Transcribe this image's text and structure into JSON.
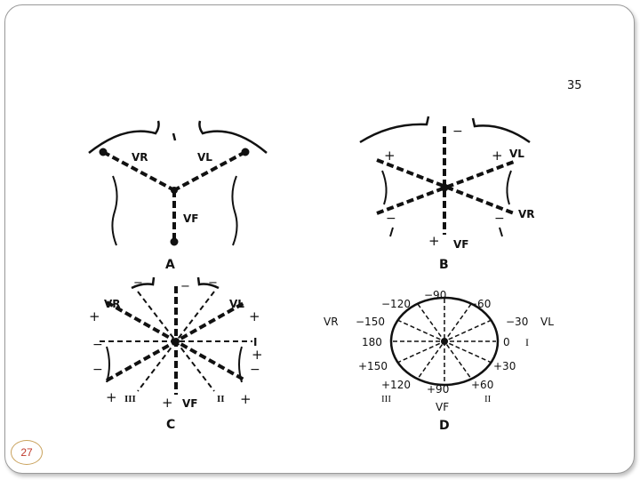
{
  "page": {
    "figure_number": "35",
    "slide_number": "27"
  },
  "panel_a": {
    "label": "A",
    "vr": "VR",
    "vl": "VL",
    "vf": "VF"
  },
  "panel_b": {
    "label": "B",
    "vl": "VL",
    "vr": "VR",
    "vf": "VF",
    "plus": "+",
    "minus": "−"
  },
  "panel_c": {
    "label": "C",
    "vr": "VR",
    "vl": "VL",
    "vf": "VF",
    "lead_I": "I",
    "lead_II": "II",
    "lead_III": "III",
    "plus": "+",
    "minus": "−"
  },
  "panel_d": {
    "label": "D",
    "angles": {
      "m90": "−90",
      "m120": "−120",
      "m60": "−60",
      "m150": "−150",
      "m30": "−30",
      "d180": "180",
      "d0": "0",
      "p150": "+150",
      "p30": "+30",
      "p120": "+120",
      "p60": "+60",
      "p90": "+90"
    },
    "leads": {
      "vr": "VR",
      "vl": "VL",
      "I": "I",
      "III": "III",
      "II": "II",
      "vf": "VF"
    }
  },
  "colors": {
    "line": "#111111",
    "frame": "#9a9a9a",
    "page_num": "#c0392b"
  }
}
